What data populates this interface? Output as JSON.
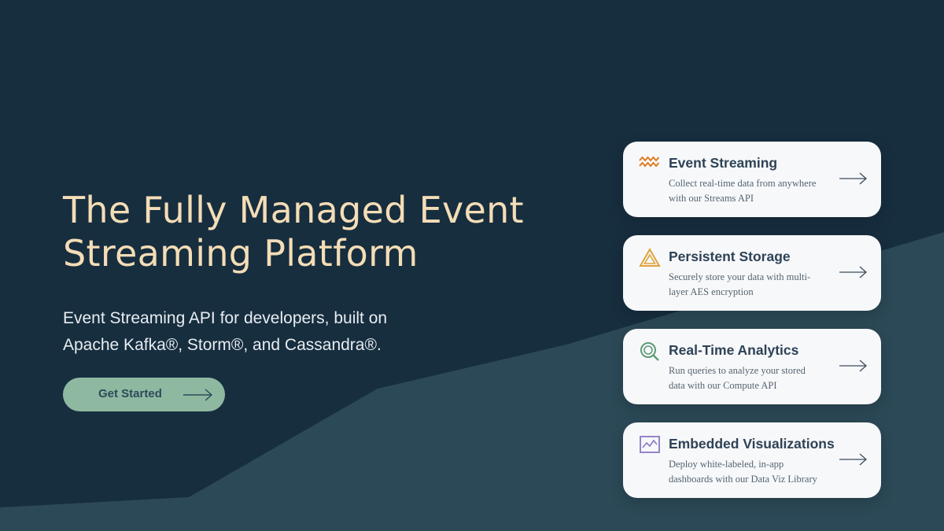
{
  "hero": {
    "title_line1": "The Fully Managed Event",
    "title_line2": "Streaming Platform",
    "subtitle_line1": "Event Streaming API for developers, built on",
    "subtitle_line2": "Apache Kafka®, Storm®, and Cassandra®.",
    "cta_label": "Get Started"
  },
  "colors": {
    "background_dark": "#172e3f",
    "background_light": "#2c4957",
    "title": "#f4ddb6",
    "cta_bg": "#8fb8a0",
    "card_bg": "#f7f8fa",
    "icon_orange": "#e07a1f",
    "icon_amber": "#e0a23a",
    "icon_green": "#5e9a78",
    "icon_purple": "#8a78c4"
  },
  "cards": [
    {
      "title": "Event Streaming",
      "desc_line1": "Collect real-time data from anywhere",
      "desc_line2": "with our Streams API",
      "icon": "wave-icon"
    },
    {
      "title": "Persistent Storage",
      "desc_line1": "Securely store your data with multi-",
      "desc_line2": "layer AES encryption",
      "icon": "triangle-layers-icon"
    },
    {
      "title": "Real-Time Analytics",
      "desc_line1": "Run queries to analyze your stored",
      "desc_line2": "data with our Compute API",
      "icon": "magnifier-icon"
    },
    {
      "title": "Embedded Visualizations",
      "desc_line1": "Deploy white-labeled, in-app",
      "desc_line2": "dashboards with our Data Viz Library",
      "icon": "line-chart-icon"
    }
  ]
}
